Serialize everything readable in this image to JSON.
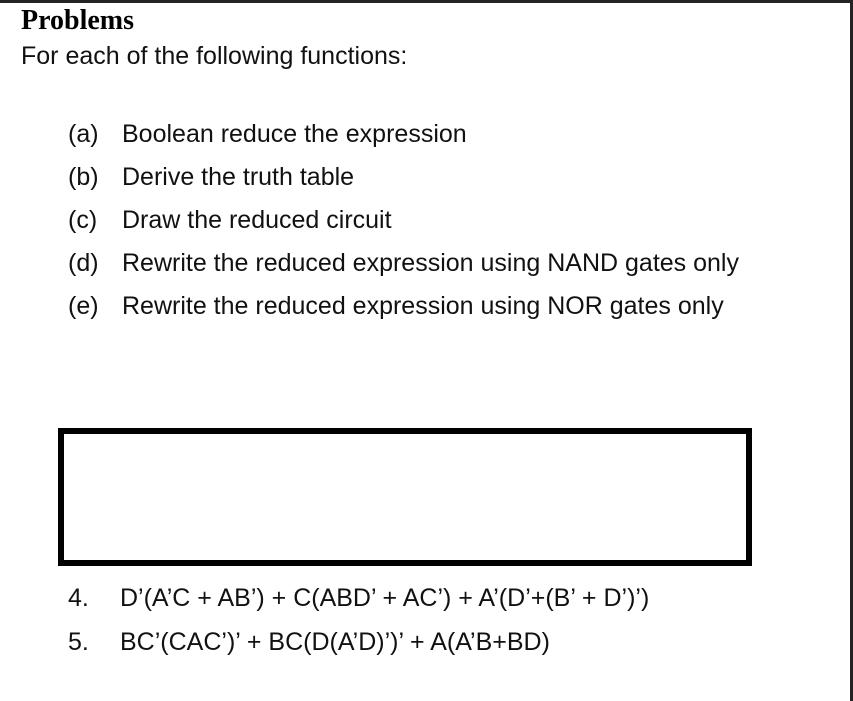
{
  "document": {
    "title": "Problems",
    "intro": "For each of the following functions:",
    "sub_tasks": [
      {
        "marker": "(a)",
        "label": "Boolean reduce the expression"
      },
      {
        "marker": "(b)",
        "label": "Derive the truth table"
      },
      {
        "marker": "(c)",
        "label": "Draw the reduced circuit"
      },
      {
        "marker": "(d)",
        "label": "Rewrite the reduced expression using NAND gates only"
      },
      {
        "marker": "(e)",
        "label": "Rewrite the reduced expression using NOR gates only"
      }
    ],
    "answer_box": {
      "content": "",
      "border_color": "#000000"
    },
    "expressions": [
      {
        "marker": "4.",
        "expression": "D’(A’C + AB’) + C(ABD’ + AC’) + A’(D’+(B’ + D’)’)"
      },
      {
        "marker": "5.",
        "expression": "BC’(CAC’)’ + BC(D(A’D)’)’ + A(A’B+BD)"
      }
    ],
    "colors": {
      "text": "#111111",
      "heading": "#000000",
      "page_edge": "#242424",
      "background": "#ffffff"
    }
  }
}
